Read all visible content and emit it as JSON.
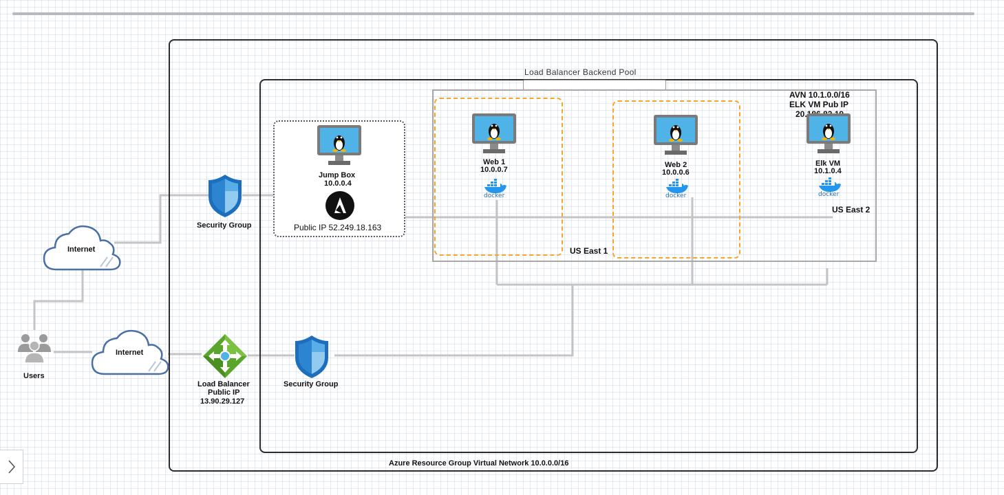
{
  "labels": {
    "backend_pool": "Load Balancer Backend Pool",
    "resource_group": "Azure Resource Group  Virtual Network 10.0.0.0/16",
    "us_east_1": "US East 1",
    "us_east_2": "US East 2",
    "avn_line1": "AVN 10.1.0.0/16",
    "avn_line2": "ELK VM Pub IP",
    "avn_line3": "20.186.83.19"
  },
  "nodes": {
    "users": "Users",
    "internet_top": "Internet",
    "internet_bottom": "Internet",
    "security_group_top": "Security Group",
    "security_group_bottom": "Security Group",
    "load_balancer_line1": "Load Balancer",
    "load_balancer_line2": "Public IP",
    "load_balancer_line3": "13.90.29.127",
    "jump_box_name": "Jump Box",
    "jump_box_ip": "10.0.0.4",
    "jump_box_public_ip": "Public IP 52.249.18.163",
    "web1_name": "Web 1",
    "web1_ip": "10.0.0.7",
    "web2_name": "Web 2",
    "web2_ip": "10.0.0.6",
    "elk_name": "Elk VM",
    "elk_ip": "10.1.0.4",
    "docker_word": "docker"
  },
  "colors": {
    "wire": "#c0c0c0",
    "cloud_stroke": "#4a6fa5",
    "shield": "#1d6fbd",
    "lb_green": "#5aa52b",
    "dashed_orange": "#f5a623",
    "monitor_screen": "#4fb3e8",
    "docker_blue": "#2496ed"
  },
  "icons": [
    "users-icon",
    "cloud-icon",
    "shield-icon",
    "load-balancer-icon",
    "linux-vm-icon",
    "ansible-icon",
    "docker-icon",
    "chevron-right-icon"
  ]
}
